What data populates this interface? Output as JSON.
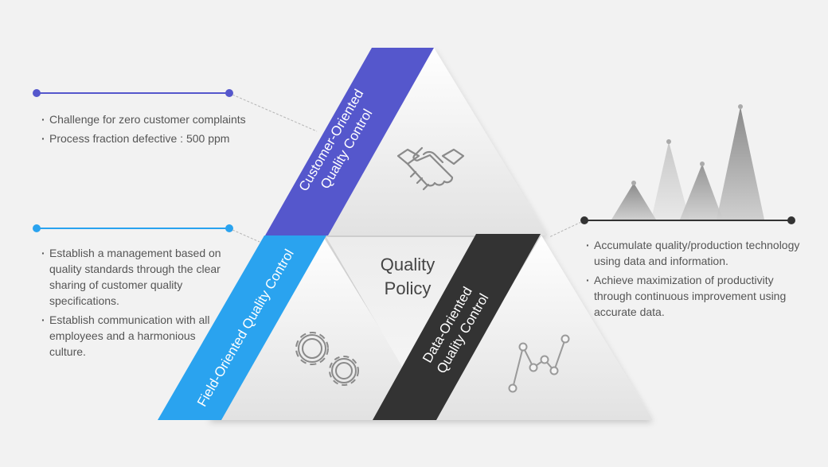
{
  "center": {
    "line1": "Quality",
    "line2": "Policy"
  },
  "bands": {
    "customer": {
      "line1": "Customer-Oriented",
      "line2": "Quality Control",
      "color": "#5557cc"
    },
    "field": {
      "line1": "Field-Oriented Quality Control",
      "color": "#2aa3ef"
    },
    "data": {
      "line1": "Data-Oriented",
      "line2": "Quality Control",
      "color": "#333333"
    }
  },
  "customer_points": [
    "Challenge for zero customer complaints",
    "Process fraction defective : 500 ppm"
  ],
  "field_points": [
    "Establish a management based on quality standards through the clear sharing of customer quality specifications.",
    "Establish communication with all employees and a harmonious culture."
  ],
  "data_points": [
    "Accumulate quality/production technology using data and information.",
    "Achieve maximization of productivity through continuous improvement using accurate data."
  ],
  "icons": {
    "top": "handshake-icon",
    "left": "gears-icon",
    "right": "line-graph-icon",
    "decor": "mountain-peaks-icon"
  }
}
